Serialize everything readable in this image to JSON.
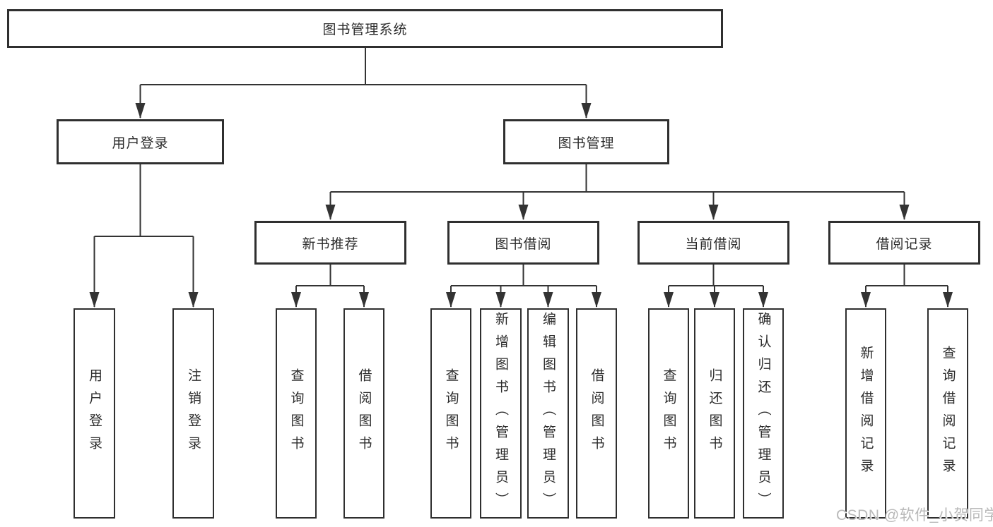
{
  "tree": {
    "label": "图书管理系统",
    "children": [
      {
        "label": "用户登录",
        "children": [
          {
            "label": "用户登录"
          },
          {
            "label": "注销登录"
          }
        ]
      },
      {
        "label": "图书管理",
        "children": [
          {
            "label": "新书推荐",
            "children": [
              {
                "label": "查询图书"
              },
              {
                "label": "借阅图书"
              }
            ]
          },
          {
            "label": "图书借阅",
            "children": [
              {
                "label": "查询图书"
              },
              {
                "label": "新增图书（管理员）"
              },
              {
                "label": "编辑图书（管理员）"
              },
              {
                "label": "借阅图书"
              }
            ]
          },
          {
            "label": "当前借阅",
            "children": [
              {
                "label": "查询图书"
              },
              {
                "label": "归还图书"
              },
              {
                "label": "确认归还（管理员）"
              }
            ]
          },
          {
            "label": "借阅记录",
            "children": [
              {
                "label": "新增借阅记录"
              },
              {
                "label": "查询借阅记录"
              }
            ]
          }
        ]
      }
    ]
  },
  "watermark": {
    "text": "CSDN @软件_小贺同学"
  },
  "colors": {
    "line": "#333333",
    "box_border": "#2f2f2f",
    "text": "#2b2b2b",
    "watermark": "#b9b9b9",
    "background": "#ffffff"
  }
}
